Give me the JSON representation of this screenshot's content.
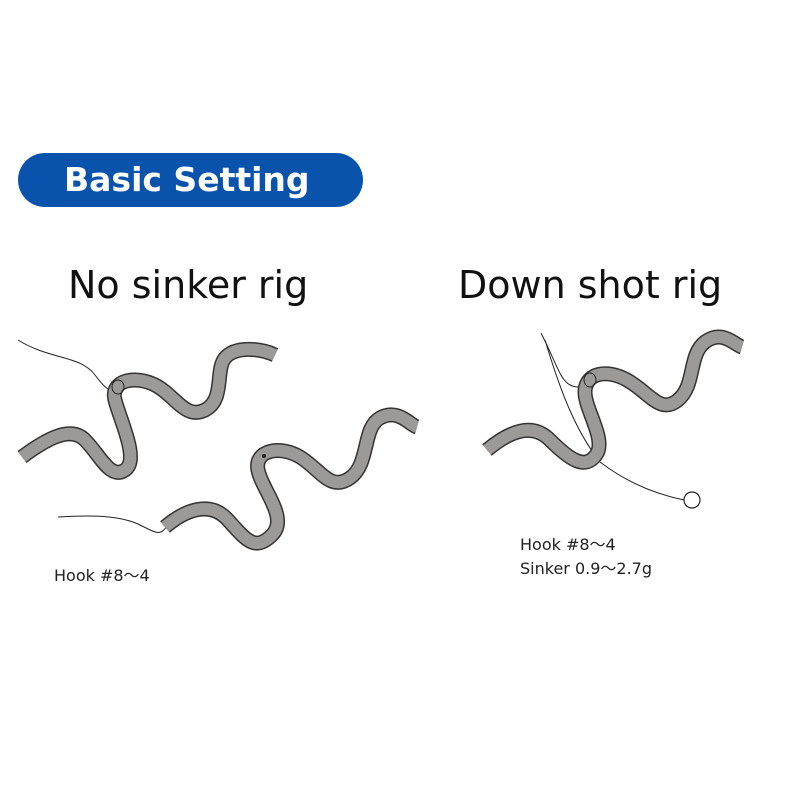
{
  "badge": {
    "label": "Basic Setting",
    "color": "#0a53ad"
  },
  "rigs": [
    {
      "title": "No sinker rig",
      "specs": [
        "Hook #8～4"
      ]
    },
    {
      "title": "Down shot rig",
      "specs": [
        "Hook #8～4",
        "Sinker 0.9～2.7g"
      ]
    }
  ]
}
